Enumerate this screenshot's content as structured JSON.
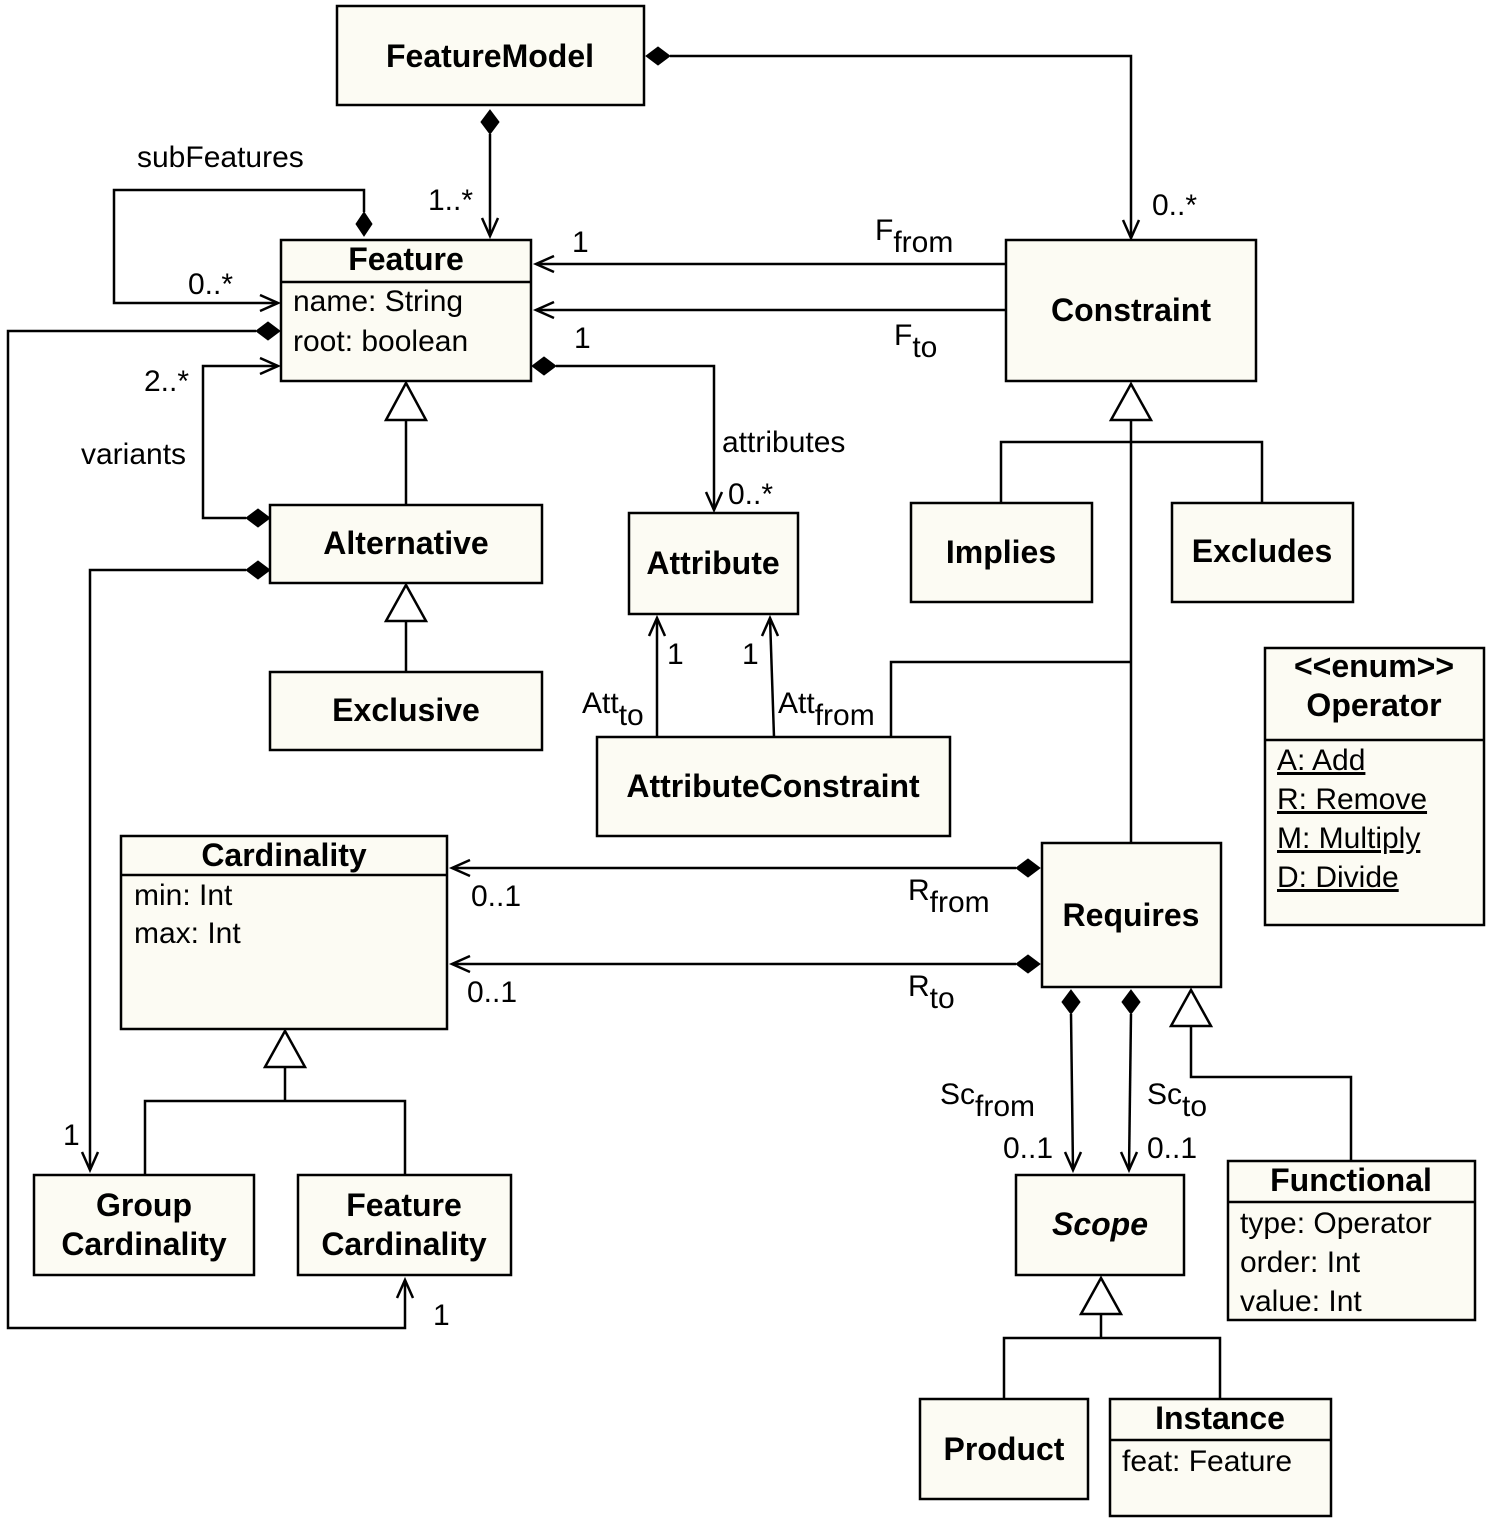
{
  "classes": {
    "feature_model": {
      "name": "FeatureModel"
    },
    "feature": {
      "name": "Feature",
      "attributes": [
        "name: String",
        "root: boolean"
      ]
    },
    "constraint": {
      "name": "Constraint"
    },
    "alternative": {
      "name": "Alternative"
    },
    "exclusive": {
      "name": "Exclusive"
    },
    "attribute": {
      "name": "Attribute"
    },
    "implies": {
      "name": "Implies"
    },
    "excludes": {
      "name": "Excludes"
    },
    "attribute_constraint": {
      "name": "AttributeConstraint"
    },
    "operator": {
      "stereotype": "<<enum>>",
      "name": "Operator",
      "literals": [
        "A: Add",
        "R: Remove",
        "M: Multiply",
        "D: Divide"
      ]
    },
    "cardinality": {
      "name": "Cardinality",
      "attributes": [
        "min: Int",
        "max: Int"
      ]
    },
    "requires": {
      "name": "Requires"
    },
    "group_cardinality": {
      "name_line1": "Group",
      "name_line2": "Cardinality"
    },
    "feature_cardinality": {
      "name_line1": "Feature",
      "name_line2": "Cardinality"
    },
    "scope": {
      "name": "Scope"
    },
    "functional": {
      "name": "Functional",
      "attributes": [
        "type: Operator",
        "order: Int",
        "value: Int"
      ]
    },
    "product": {
      "name": "Product"
    },
    "instance": {
      "name": "Instance",
      "attributes": [
        "feat: Feature"
      ]
    }
  },
  "labels": {
    "sub_features": "subFeatures",
    "fm_feature_mult": "1..*",
    "fm_constraint_mult": "0..*",
    "sub_features_mult": "0..*",
    "f_from": {
      "base": "F",
      "sub": "from"
    },
    "f_to": {
      "base": "F",
      "sub": "to"
    },
    "f_from_mult": "1",
    "f_to_mult": "1",
    "variants": "variants",
    "variants_mult": "2..*",
    "attributes": "attributes",
    "attributes_mult": "0..*",
    "att_to": {
      "base": "Att",
      "sub": "to"
    },
    "att_from": {
      "base": "Att",
      "sub": "from"
    },
    "att_to_mult": "1",
    "att_from_mult": "1",
    "r_from": {
      "base": "R",
      "sub": "from"
    },
    "r_to": {
      "base": "R",
      "sub": "to"
    },
    "r_from_mult": "0..1",
    "r_to_mult": "0..1",
    "group_card_mult": "1",
    "feature_card_mult": "1",
    "sc_from": {
      "base": "Sc",
      "sub": "from"
    },
    "sc_to": {
      "base": "Sc",
      "sub": "to"
    },
    "sc_from_mult": "0..1",
    "sc_to_mult": "0..1"
  }
}
